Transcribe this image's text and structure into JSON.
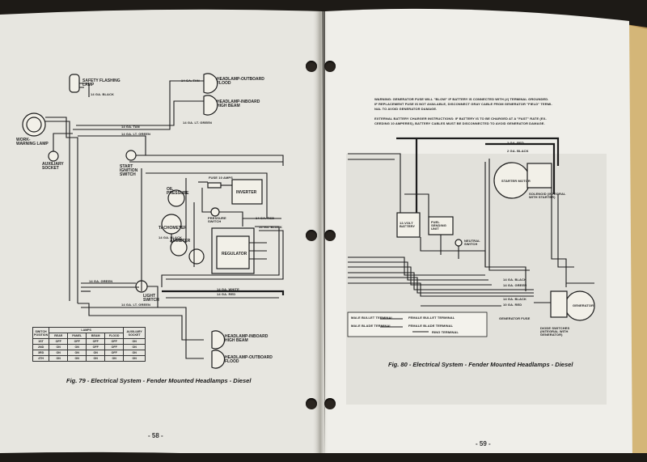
{
  "left_page": {
    "figure_caption": "Fig. 79 - Electrical System - Fender Mounted Headlamps - Diesel",
    "page_number": "- 58 -",
    "components": {
      "safety_flashing_lamp": "SAFETY FLASHING LAMP",
      "headlamp_outboard_flood": "HEADLAMP-OUTBOARD FLOOD",
      "headlamp_inboard_high_beam": "HEADLAMP-INBOARD HIGH BEAM",
      "work_warning_lamp": "WORK-WARNING LAMP",
      "auxiliary_socket": "AUXILIARY SOCKET",
      "start_ignition_switch": "START IGNITION SWITCH",
      "oil_pressure": "OIL PRESSURE",
      "fuse": "FUSE 10 AMPS",
      "inverter": "INVERTER",
      "pressure_switch": "PRESSURE SWITCH",
      "tachometer": "TACHOMETER",
      "ammeter": "AMMETER",
      "regulator": "REGULATOR",
      "light_switch": "LIGHT SWITCH",
      "headlamp_inboard_high_beam_2": "HEADLAMP-INBOARD HIGH BEAM",
      "headlamp_outboard_flood_2": "HEADLAMP-OUTBOARD FLOOD"
    },
    "wire_labels": {
      "w1": "14 GA. TAN",
      "w2": "14 GA. BLACK",
      "w3": "14 GA. LT. GREEN",
      "w4": "14 GA. TAN",
      "w5": "14 GA. LT. GREEN",
      "w6": "14 GA. RED",
      "w7": "14 GA. BLACK",
      "w8": "14 GA. WHITE",
      "w9": "14 GA. RED",
      "w10": "14 GA. GREEN",
      "w11": "14 GA. LT. GREEN",
      "w12": "14 GA. BLACK"
    },
    "table": {
      "group_header": "LAMPS",
      "headers": [
        "SWITCH POSITION",
        "REAR",
        "PANEL",
        "BEAM",
        "FLOOD",
        "AUXILIARY SOCKET"
      ],
      "rows": [
        [
          "1ST",
          "OFF",
          "OFF",
          "OFF",
          "OFF",
          "ON"
        ],
        [
          "2ND",
          "ON",
          "ON",
          "OFF",
          "OFF",
          "ON"
        ],
        [
          "3RD",
          "ON",
          "ON",
          "ON",
          "OFF",
          "ON"
        ],
        [
          "4TH",
          "ON",
          "ON",
          "ON",
          "ON",
          "ON"
        ]
      ]
    }
  },
  "right_page": {
    "figure_caption": "Fig. 80 - Electrical System - Fender Mounted Headlamps - Diesel",
    "page_number": "- 59 -",
    "warning_text": [
      "WARNING: GENERATOR FUSE WILL \"BLOW\" IF BATTERY IS CONNECTED WITH (#) TERMINAL GROUNDED.",
      "IF REPLACEMENT FUSE IS NOT AVAILABLE, DISCONNECT GRAY CABLE FROM GENERATOR \"FIELD\" TERMI-",
      "NAL TO AVOID GENERATOR DAMAGE."
    ],
    "charger_text": [
      "EXTERNAL BATTERY CHARGER INSTRUCTIONS: IF BATTERY IS TO BE CHARGED AT A \"FAST\" RATE (EX-",
      "CEEDING 10 AMPERES), BATTERY CABLES MUST BE DISCONNECTED TO AVOID GENERATOR DAMAGE."
    ],
    "components": {
      "starter_motor": "STARTER MOTOR",
      "solenoid": "SOLENOID (INTEGRAL WITH STARTER)",
      "battery": "12-VOLT BATTERY",
      "fuel_sending_unit": "FUEL SENDING UNIT",
      "neutral_switch": "NEUTRAL SWITCH",
      "generator_fuse": "GENERATOR FUSE",
      "generator": "GENERATOR",
      "diode_switches": "DIODE SWITCHES (INTEGRAL WITH GENERATOR)"
    },
    "wire_labels": {
      "r1": "2 GA. RED",
      "r2": "2 GA. BLACK",
      "r3": "14 GA. BLACK",
      "r4": "14 GA. GREEN",
      "r5": "14 GA. BLACK",
      "r6": "10 GA. RED"
    },
    "legend": {
      "male_bullet": "MALE BULLET TERMINAL",
      "female_bullet": "FEMALE BULLET TERMINAL",
      "male_blade": "MALE BLADE TERMINAL",
      "female_blade": "FEMALE BLADE TERMINAL",
      "ring": "RING TERMINAL"
    }
  },
  "colors": {
    "paper_left": "#e9e8e2",
    "paper_right": "#f0efea",
    "ink": "#1c1c1c",
    "background": "#1d1a16",
    "page_edge": "#c9a86a"
  }
}
